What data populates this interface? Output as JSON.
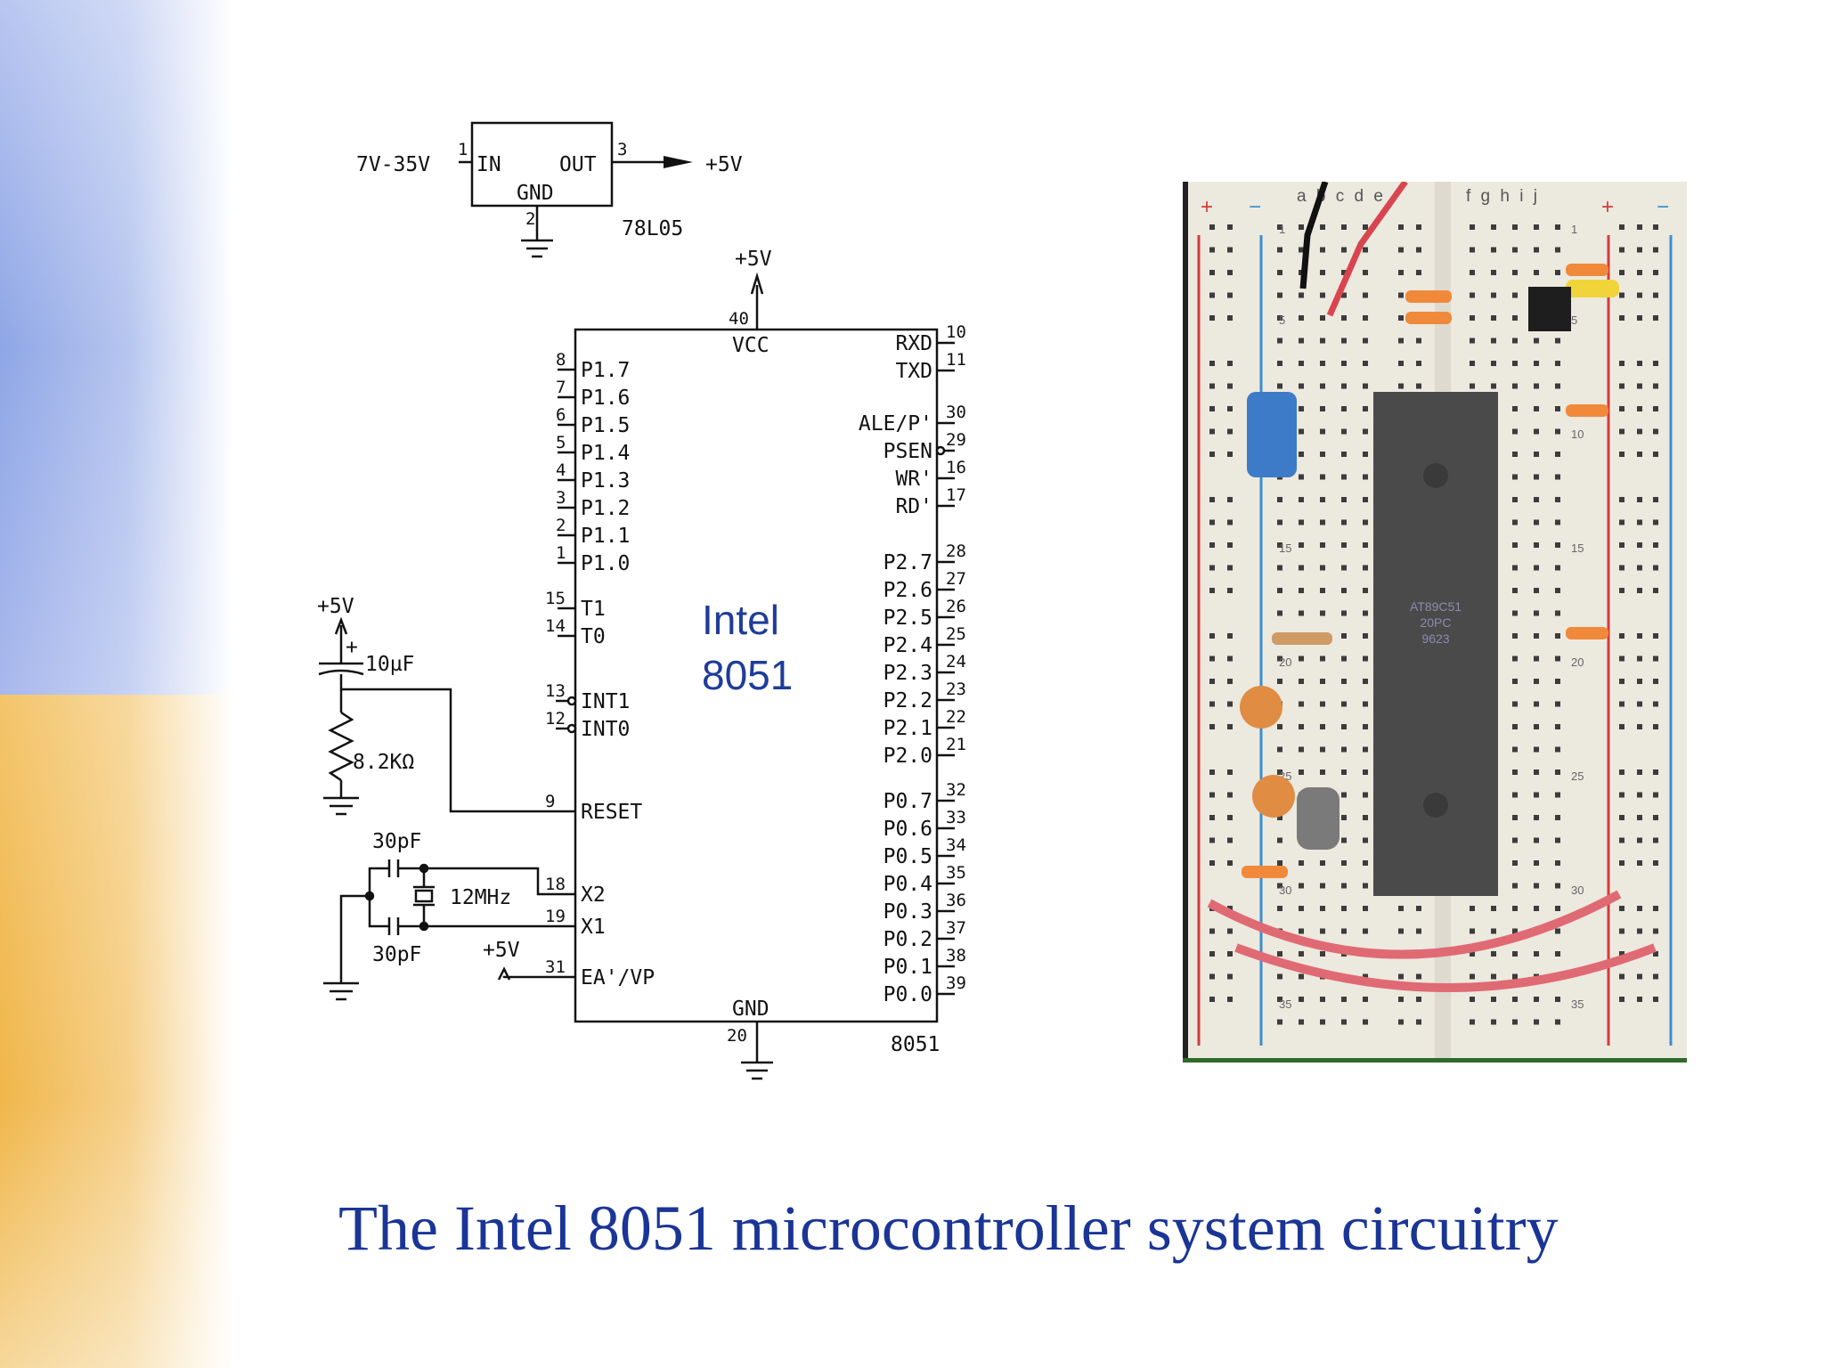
{
  "slide": {
    "title": "The Intel 8051 microcontroller system circuitry",
    "colors": {
      "title": "#1a3596",
      "chip_label": "#1f3c99",
      "bg_blue": "#8fa6e6",
      "bg_orange": "#f0b64a"
    }
  },
  "regulator": {
    "input_label": "7V-35V",
    "pin_in": "1",
    "pin_out": "3",
    "pin_gnd": "2",
    "in_label": "IN",
    "out_label": "OUT",
    "gnd_label": "GND",
    "part": "78L05",
    "output_label": "+5V"
  },
  "chip": {
    "name_line1": "Intel",
    "name_line2": "8051",
    "part": "8051",
    "vcc_label": "VCC",
    "vcc_pin": "40",
    "vcc_supply": "+5V",
    "gnd_label": "GND",
    "gnd_pin": "20",
    "left_pins": [
      {
        "num": "8",
        "name": "P1.7"
      },
      {
        "num": "7",
        "name": "P1.6"
      },
      {
        "num": "6",
        "name": "P1.5"
      },
      {
        "num": "5",
        "name": "P1.4"
      },
      {
        "num": "4",
        "name": "P1.3"
      },
      {
        "num": "3",
        "name": "P1.2"
      },
      {
        "num": "2",
        "name": "P1.1"
      },
      {
        "num": "1",
        "name": "P1.0"
      },
      {
        "num": "15",
        "name": "T1"
      },
      {
        "num": "14",
        "name": "T0"
      },
      {
        "num": "13",
        "name": "INT1"
      },
      {
        "num": "12",
        "name": "INT0"
      },
      {
        "num": "9",
        "name": "RESET"
      },
      {
        "num": "18",
        "name": "X2"
      },
      {
        "num": "19",
        "name": "X1"
      },
      {
        "num": "31",
        "name": "EA'/VP"
      }
    ],
    "right_pins": [
      {
        "num": "10",
        "name": "RXD"
      },
      {
        "num": "11",
        "name": "TXD"
      },
      {
        "num": "30",
        "name": "ALE/P'"
      },
      {
        "num": "29",
        "name": "PSEN"
      },
      {
        "num": "16",
        "name": "WR'"
      },
      {
        "num": "17",
        "name": "RD'"
      },
      {
        "num": "28",
        "name": "P2.7"
      },
      {
        "num": "27",
        "name": "P2.6"
      },
      {
        "num": "26",
        "name": "P2.5"
      },
      {
        "num": "25",
        "name": "P2.4"
      },
      {
        "num": "24",
        "name": "P2.3"
      },
      {
        "num": "23",
        "name": "P2.2"
      },
      {
        "num": "22",
        "name": "P2.1"
      },
      {
        "num": "21",
        "name": "P2.0"
      },
      {
        "num": "32",
        "name": "P0.7"
      },
      {
        "num": "33",
        "name": "P0.6"
      },
      {
        "num": "34",
        "name": "P0.5"
      },
      {
        "num": "35",
        "name": "P0.4"
      },
      {
        "num": "36",
        "name": "P0.3"
      },
      {
        "num": "37",
        "name": "P0.2"
      },
      {
        "num": "38",
        "name": "P0.1"
      },
      {
        "num": "39",
        "name": "P0.0"
      }
    ]
  },
  "reset_circuit": {
    "supply": "+5V",
    "capacitor": "10µF",
    "cap_polarity": "+",
    "resistor": "8.2KΩ"
  },
  "oscillator": {
    "cap_top": "30pF",
    "cap_bottom": "30pF",
    "crystal": "12MHz",
    "ea_supply": "+5V"
  },
  "breadboard_photo": {
    "column_letters_left": "a b c d e",
    "column_letters_right": "f g h i j",
    "rail_plus": "+",
    "rail_minus": "−",
    "row_numbers": [
      "1",
      "5",
      "10",
      "15",
      "20",
      "25",
      "30",
      "35"
    ],
    "chip_marking": [
      "AT89C51",
      "20PC",
      "9623"
    ]
  }
}
